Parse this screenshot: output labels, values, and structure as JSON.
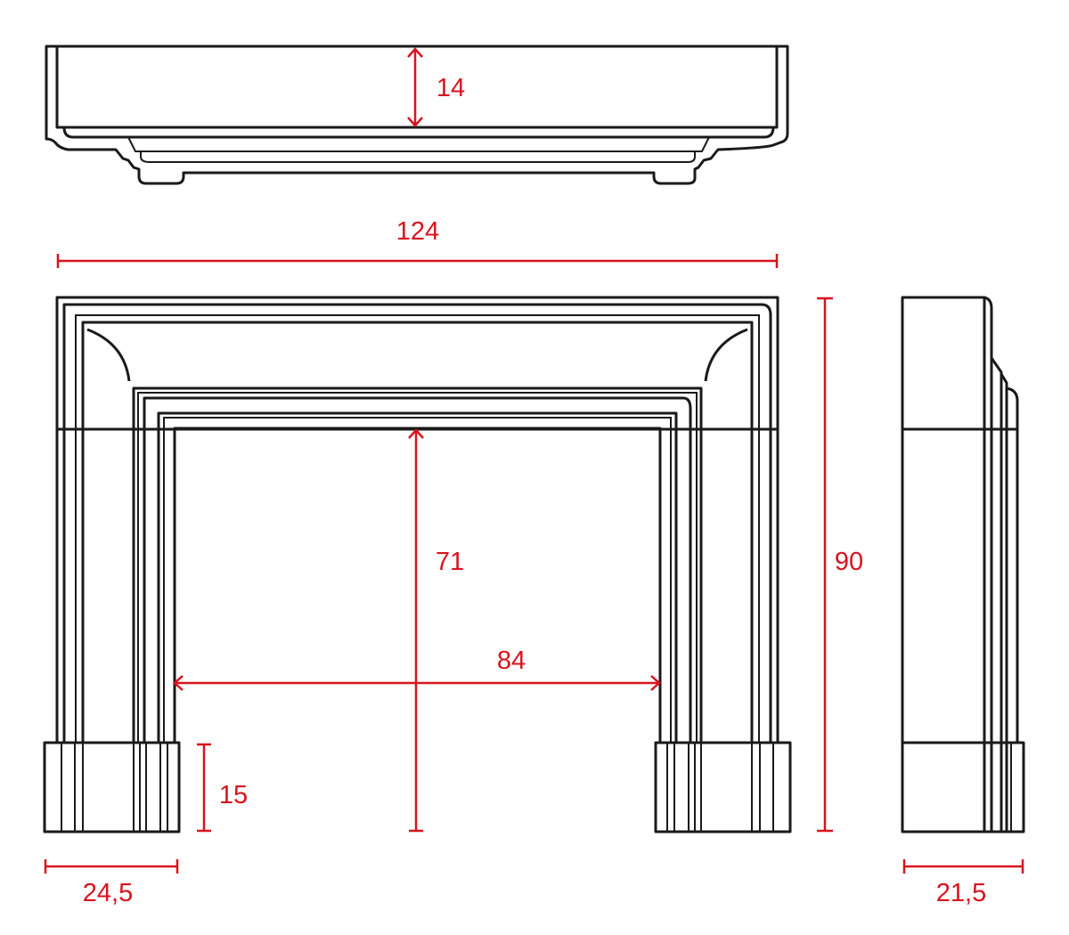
{
  "colors": {
    "dimension": "#d7141f",
    "outline": "#1a1a1a"
  },
  "dimensions": {
    "shelf_height": "14",
    "overall_width": "124",
    "overall_height": "90",
    "opening_height": "71",
    "opening_width": "84",
    "plinth_height": "15",
    "leg_width": "24,5",
    "depth": "21,5"
  }
}
